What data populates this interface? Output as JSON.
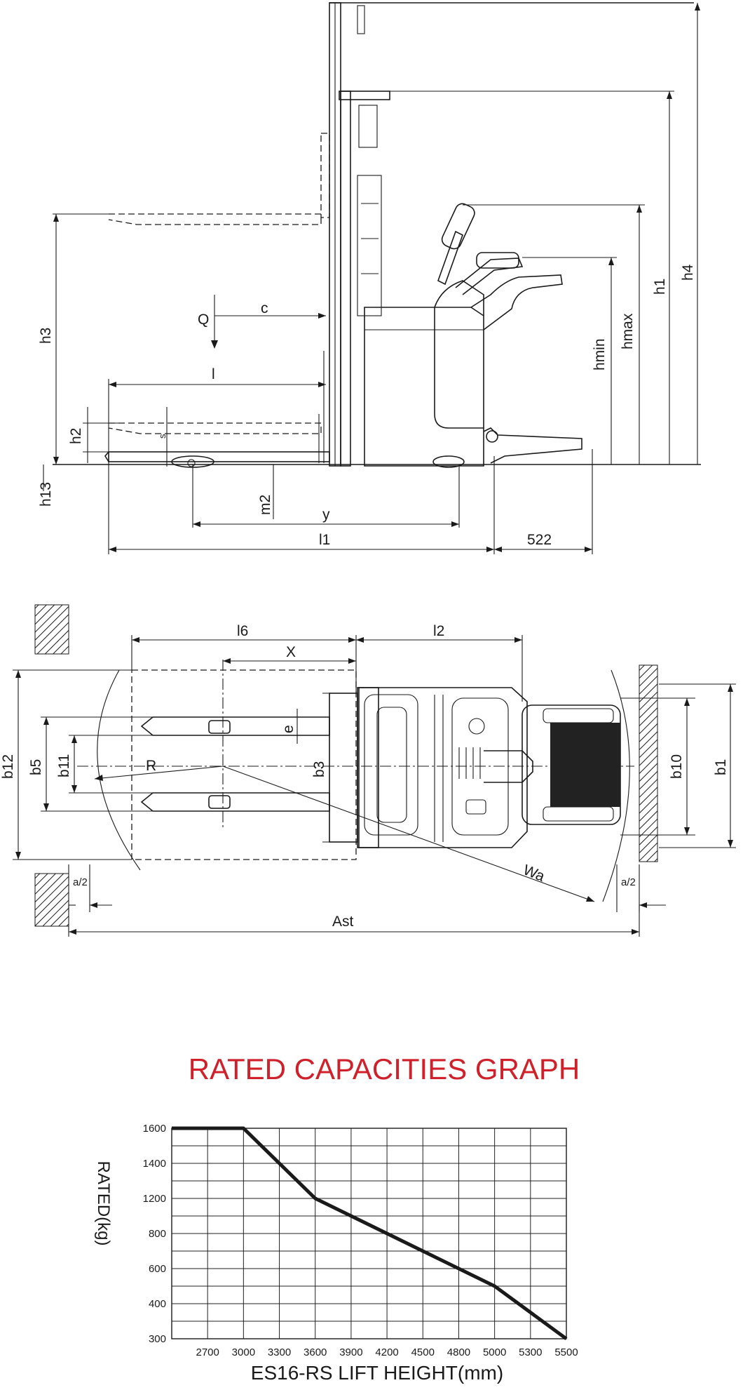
{
  "side_view": {
    "labels": {
      "h3": "h3",
      "h2": "h2",
      "h13": "h13",
      "Q": "Q",
      "c": "c",
      "l": "l",
      "s": "s",
      "m2": "m2",
      "y": "y",
      "l1": "l1",
      "dim_522": "522",
      "hmin": "hmin",
      "hmax": "hmax",
      "h1": "h1",
      "h4": "h4"
    }
  },
  "top_view": {
    "labels": {
      "l6": "l6",
      "l2": "l2",
      "X": "X",
      "e": "e",
      "R": "R",
      "b3": "b3",
      "b12": "b12",
      "b5": "b5",
      "b11": "b11",
      "b10": "b10",
      "b1": "b1",
      "Wa": "Wa",
      "a_half_left": "a/2",
      "a_half_right": "a/2",
      "Ast": "Ast"
    }
  },
  "graph_title": "RATED CAPACITIES GRAPH",
  "colors": {
    "title": "#d0202a",
    "line": "#1a1a1a"
  },
  "chart_data": {
    "type": "line",
    "title": "RATED CAPACITIES GRAPH",
    "xlabel": "ES16-RS LIFT HEIGHT(mm)",
    "ylabel": "RATED(kg)",
    "x_ticks": [
      "2700",
      "3000",
      "3300",
      "3600",
      "3900",
      "4200",
      "4500",
      "4800",
      "5000",
      "5300",
      "5500"
    ],
    "y_ticks": [
      "1600",
      "1400",
      "1200",
      "800",
      "600",
      "400",
      "300"
    ],
    "grid": true,
    "series": [
      {
        "points": [
          {
            "x": "2400",
            "y": 1600
          },
          {
            "x": "3000",
            "y": 1600
          },
          {
            "x": "3600",
            "y": 1200
          },
          {
            "x": "3900",
            "y": 1000
          },
          {
            "x": "4500",
            "y": 700
          },
          {
            "x": "5000",
            "y": 500
          },
          {
            "x": "5500",
            "y": 300
          }
        ]
      }
    ]
  }
}
